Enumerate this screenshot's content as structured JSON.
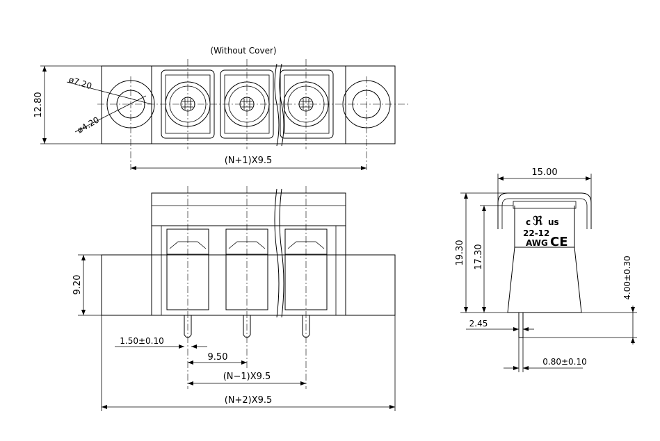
{
  "top_view": {
    "caption": "(Without Cover)",
    "height_dim": "12.80",
    "outer_dia": "ø7.20",
    "inner_dia": "ø4.20",
    "pitch_dim": "(N+1)X9.5"
  },
  "front_view": {
    "height_dim": "9.20",
    "pin_dia": "1.50±0.10",
    "pitch": "9.50",
    "pitch_total": "(N−1)X9.5",
    "overall": "(N+2)X9.5"
  },
  "side_view": {
    "width_dim": "15.00",
    "height_total": "19.30",
    "height_body": "17.30",
    "pin_length": "4.00±0.30",
    "pin_offset": "2.45",
    "pin_thickness": "0.80±0.10",
    "marking_line1": "22-12",
    "marking_line2": "AWG",
    "ul_suffix": "us",
    "ul_prefix": "c",
    "ce_mark": "CE"
  }
}
